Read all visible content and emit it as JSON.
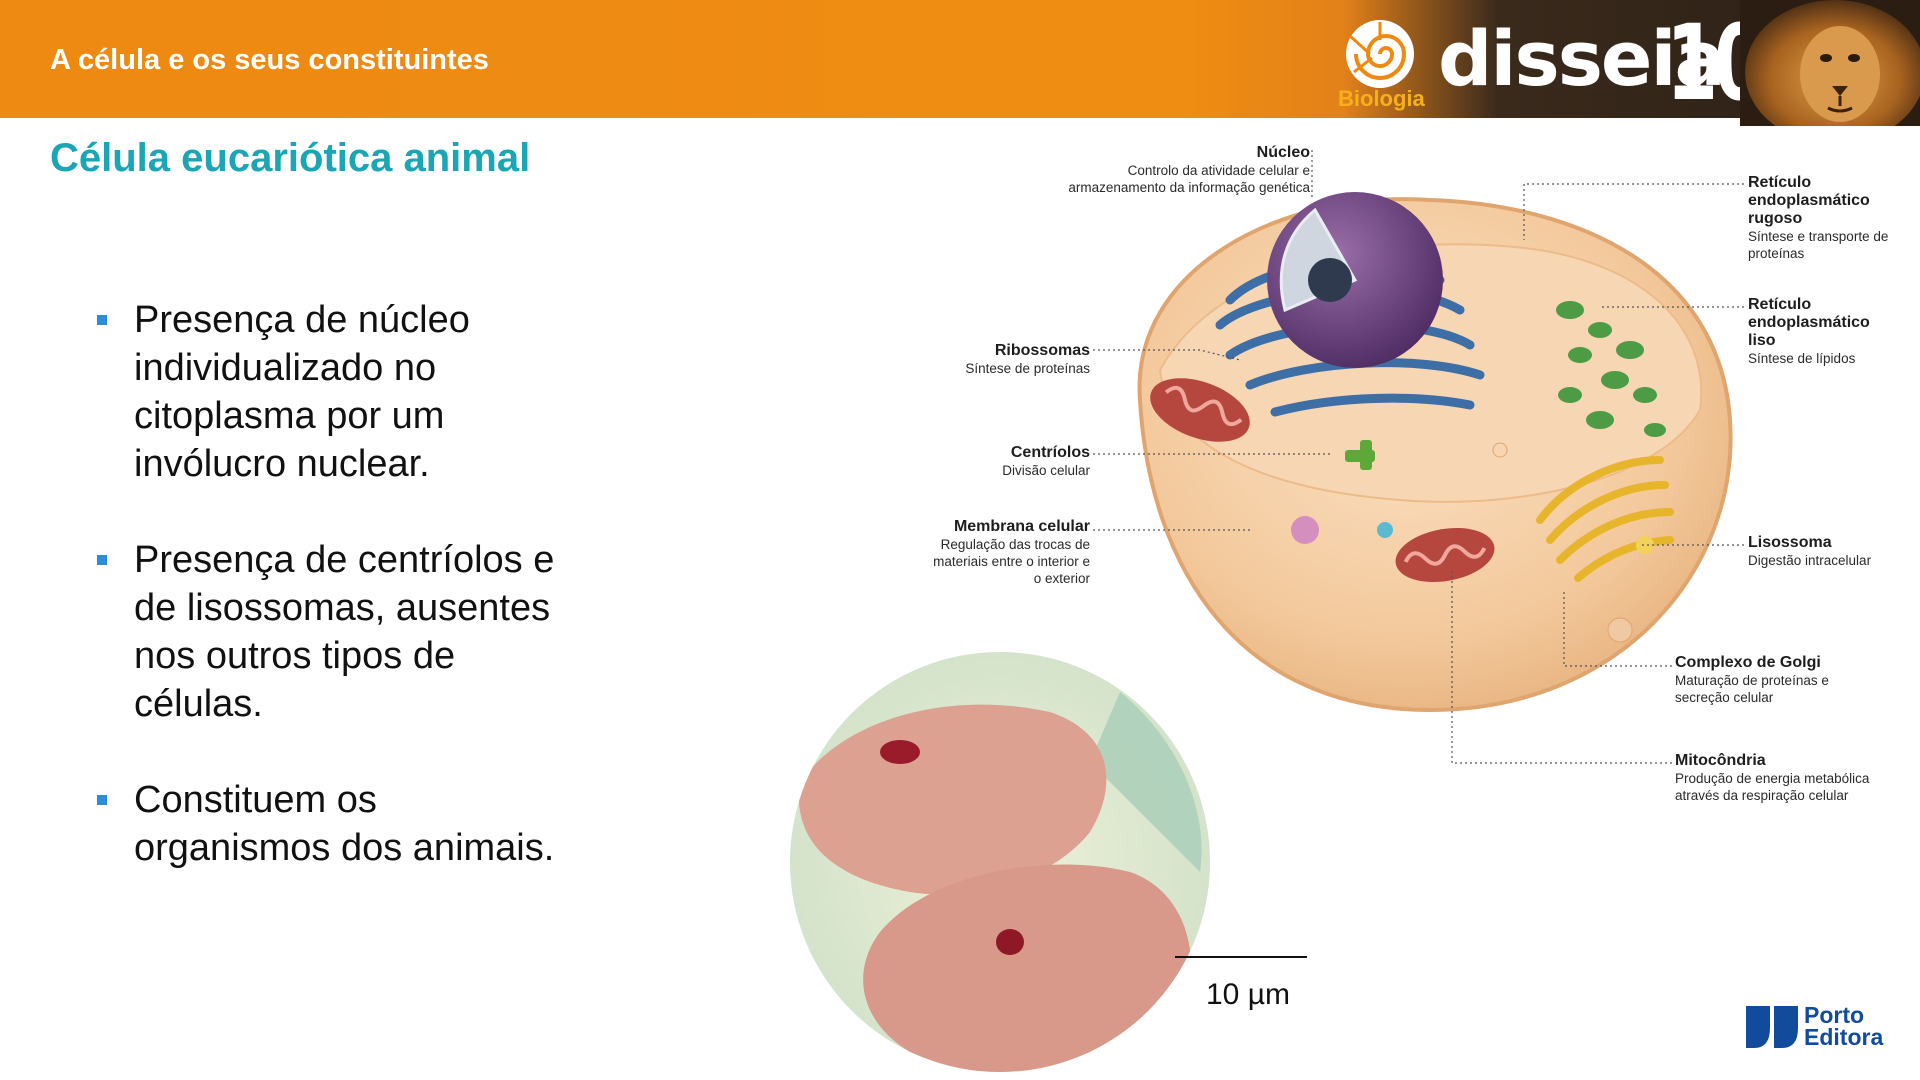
{
  "header": {
    "title": "A célula e os seus constituintes",
    "brand": {
      "name": "disseia",
      "subject": "Biologia",
      "grade": "10"
    },
    "colors": {
      "bar": "#ee8a12",
      "brand_sub": "#f6b01c"
    }
  },
  "section": {
    "title": "Célula eucariótica animal",
    "color": "#1aa6b4"
  },
  "bullets": [
    {
      "text": "Presença de núcleo individualizado no citoplasma por um invólucro nuclear."
    },
    {
      "text": "Presença de centríolos e de lisossomas, ausentes nos outros tipos de células."
    },
    {
      "text": "Constituem os organismos dos animais."
    }
  ],
  "diagram": {
    "labels": {
      "nucleo": {
        "title": "Núcleo",
        "desc": "Controlo da atividade celular e armazenamento da informação genética"
      },
      "rer": {
        "title": "Retículo endoplasmático rugoso",
        "desc": "Síntese e transporte de proteínas"
      },
      "ribossomas": {
        "title": "Ribossomas",
        "desc": "Síntese de proteínas"
      },
      "rel": {
        "title": "Retículo endoplasmático liso",
        "desc": "Síntese de lípidos"
      },
      "centriolos": {
        "title": "Centríolos",
        "desc": "Divisão celular"
      },
      "membrana": {
        "title": "Membrana celular",
        "desc": "Regulação das trocas de materiais entre o interior e o exterior"
      },
      "lisossoma": {
        "title": "Lisossoma",
        "desc": "Digestão intracelular"
      },
      "golgi": {
        "title": "Complexo de Golgi",
        "desc": "Maturação de proteínas e secreção celular"
      },
      "mitocondria": {
        "title": "Mitocôndria",
        "desc": "Produção de energia metabólica através da respiração celular"
      }
    }
  },
  "micrograph": {
    "scale_label": "10 µm"
  },
  "publisher": {
    "line1": "Porto",
    "line2": "Editora"
  }
}
